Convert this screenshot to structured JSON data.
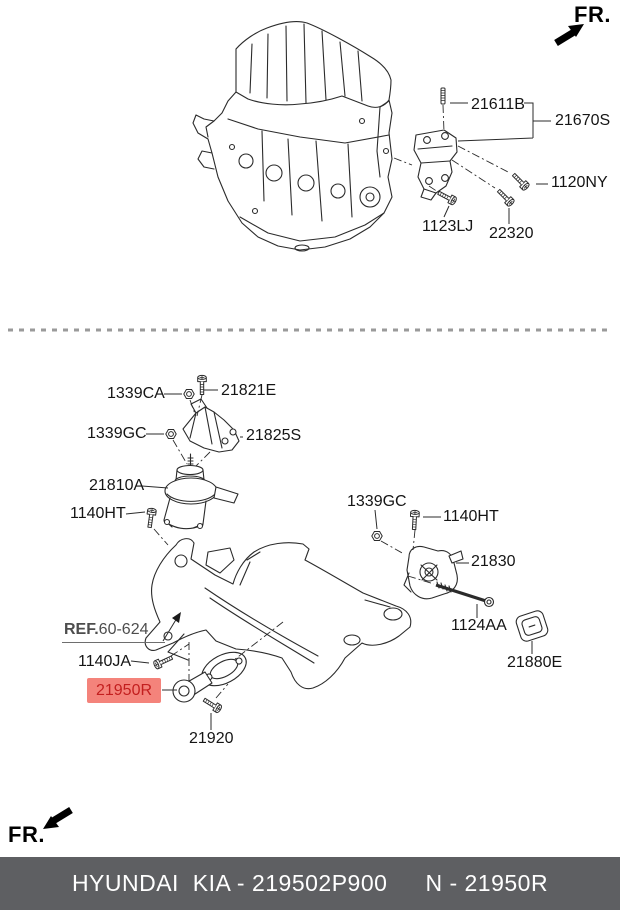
{
  "fr_indicator": {
    "top": "FR.",
    "bottom": "FR."
  },
  "part_labels": {
    "p21611B": "21611B",
    "p21670S": "21670S",
    "p1120NY": "1120NY",
    "p1123LJ": "1123LJ",
    "p22320": "22320",
    "p1339CA": "1339CA",
    "p21821E": "21821E",
    "p1339GC": "1339GC",
    "p21825S": "21825S",
    "p21810A": "21810A",
    "p1140HT": "1140HT",
    "p21830": "21830",
    "p1124AA": "1124AA",
    "p21880E": "21880E",
    "p1140JA": "1140JA",
    "p21950R": "21950R",
    "p21920": "21920"
  },
  "ref_note": {
    "prefix": "REF.",
    "number": "60-624"
  },
  "highlight": {
    "part": "21950R",
    "bg": "#f4837b",
    "text_color": "#c31f1f"
  },
  "footer": {
    "left": "HYUNDAI  KIA - 219502P900",
    "right": "N - 21950R",
    "bg": "#5e5f62",
    "text_color": "#ffffff"
  },
  "colors": {
    "line": "#2b2b2b",
    "divider": "#9a9a9a"
  }
}
